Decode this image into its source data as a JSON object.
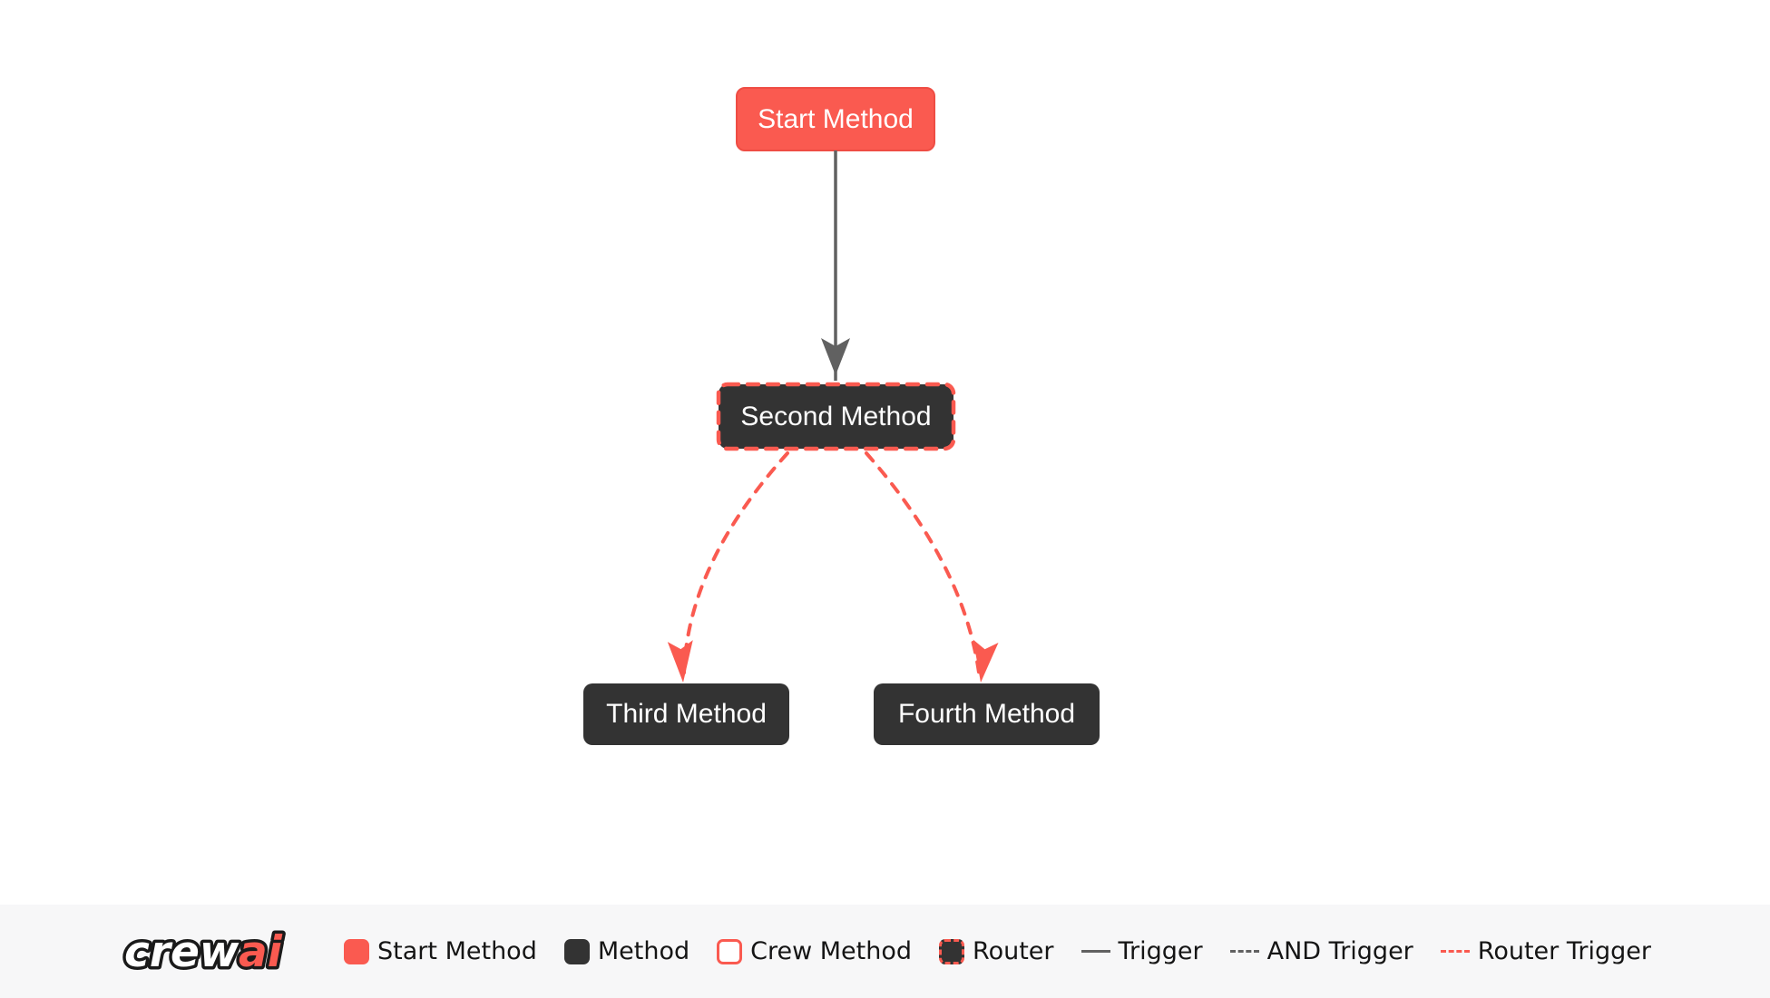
{
  "colors": {
    "accent_red": "#FA5A50",
    "node_dark": "#333333",
    "edge_gray": "#616161",
    "canvas_bg": "#FFFFFF",
    "legend_bg": "#F7F7F8",
    "node_text": "#FFFFFF",
    "legend_text": "#151515",
    "logo_outline": "#1A1A1A"
  },
  "nodes": {
    "start": {
      "label": "Start Method",
      "type": "start-method"
    },
    "second": {
      "label": "Second Method",
      "type": "router"
    },
    "third": {
      "label": "Third Method",
      "type": "method"
    },
    "fourth": {
      "label": "Fourth Method",
      "type": "method"
    }
  },
  "edges": [
    {
      "from": "Start Method",
      "to": "Second Method",
      "type": "trigger",
      "style": "solid-gray-arrow"
    },
    {
      "from": "Second Method",
      "to": "Third Method",
      "type": "router-trigger",
      "style": "dashed-red-curve"
    },
    {
      "from": "Second Method",
      "to": "Fourth Method",
      "type": "router-trigger",
      "style": "dashed-red-curve"
    }
  ],
  "legend": {
    "logo": {
      "crew": "crew",
      "ai": "ai"
    },
    "items": [
      {
        "label": "Start Method",
        "swatch": "start-method-swatch"
      },
      {
        "label": "Method",
        "swatch": "method-swatch"
      },
      {
        "label": "Crew Method",
        "swatch": "crew-method-swatch"
      },
      {
        "label": "Router",
        "swatch": "router-swatch"
      },
      {
        "label": "Trigger",
        "swatch": "trigger-line"
      },
      {
        "label": "AND Trigger",
        "swatch": "and-trigger-line"
      },
      {
        "label": "Router Trigger",
        "swatch": "router-trigger-line"
      }
    ]
  }
}
